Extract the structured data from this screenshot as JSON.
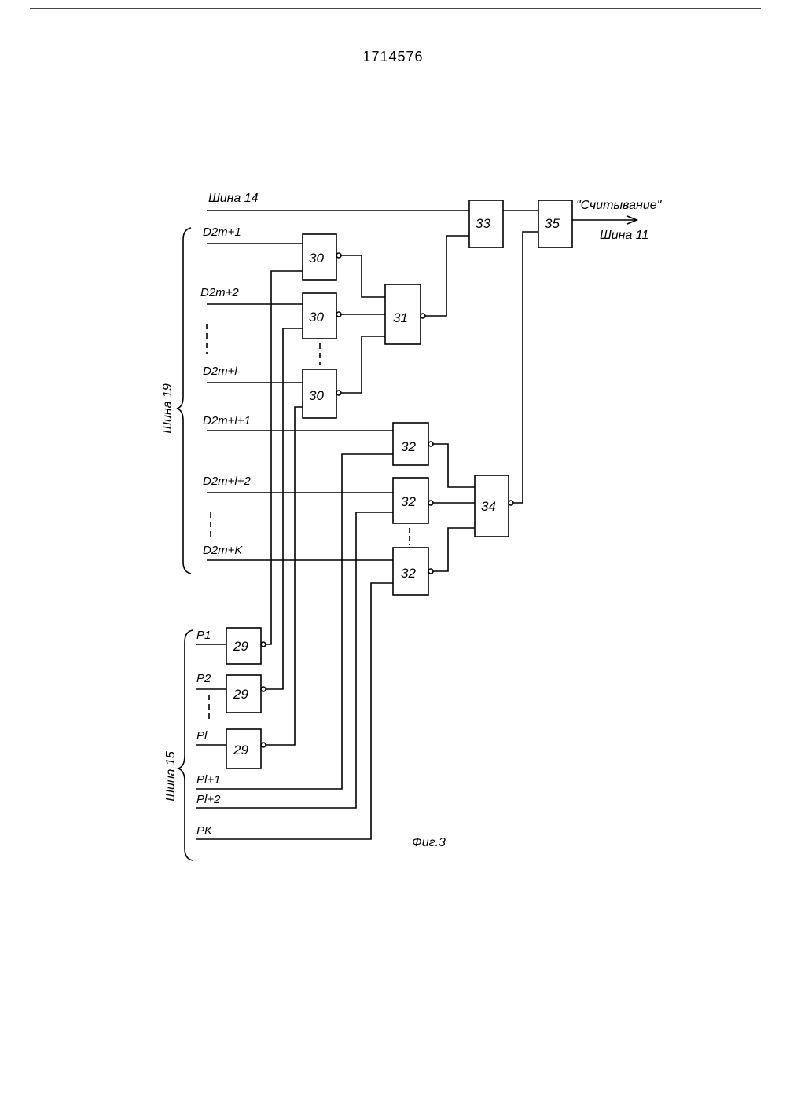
{
  "document": {
    "page_number": "1714576",
    "figure_caption": "Фиг.3"
  },
  "buses": {
    "bus14": "Шина 14",
    "bus19": "Шина 19",
    "bus15": "Шина 15",
    "bus11": "Шина 11",
    "read_signal": "\"Считывание\""
  },
  "inputs": {
    "d1": "D2m+1",
    "d2": "D2m+2",
    "d3": "D2m+l",
    "d4": "D2m+l+1",
    "d5": "D2m+l+2",
    "d6": "D2m+K",
    "p1": "P1",
    "p2": "P2",
    "p3": "Pl",
    "p4": "Pl+1",
    "p5": "Pl+2",
    "p6": "PK"
  },
  "blocks": {
    "b29": "29",
    "b30": "30",
    "b31": "31",
    "b32": "32",
    "b33": "33",
    "b34": "34",
    "b35": "35"
  }
}
